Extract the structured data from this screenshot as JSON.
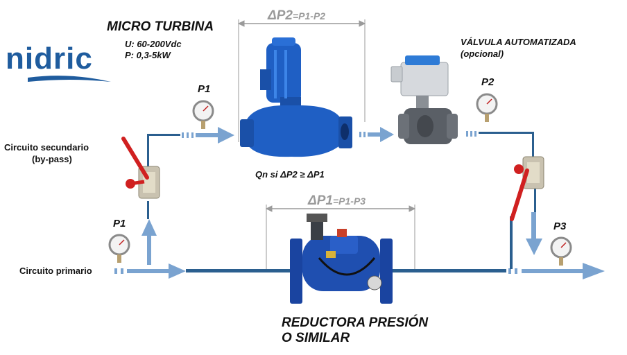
{
  "brand": {
    "logo_text": "nidric"
  },
  "labels": {
    "turbine_title": "MICRO TURBINA",
    "turbine_voltage": "U: 60-200Vdc",
    "turbine_power": "P: 0,3-5kW",
    "delta_p2_main": "ΔP2",
    "delta_p2_sub": "=P1-P2",
    "delta_p1_main": "ΔP1",
    "delta_p1_sub": "=P1-P3",
    "valve_title": "VÁLVULA AUTOMATIZADA",
    "valve_optional": "(opcional)",
    "secondary_circuit": "Circuito secundario",
    "secondary_bypass": "(by-pass)",
    "primary_circuit": "Circuito primario",
    "p1_top": "P1",
    "p1_bottom": "P1",
    "p2": "P2",
    "p3": "P3",
    "condition": "Qn si  ΔP2 ≥ ΔP1",
    "reducer_line1": "REDUCTORA PRESIÓN",
    "reducer_line2": "O  SIMILAR"
  },
  "colors": {
    "pipe_dark": "#2b5f8f",
    "pipe_light": "#7aa3d0",
    "pump_blue": "#1f5fc4",
    "brand_blue": "#1f5c9e",
    "valve_red": "#d02020",
    "dimension_gray": "#9a9a9a"
  }
}
